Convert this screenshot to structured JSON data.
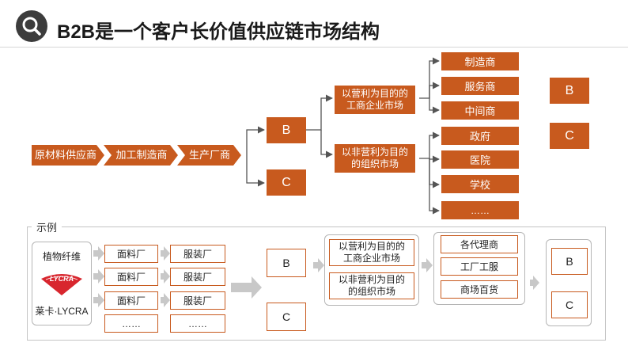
{
  "title": "B2B是一个客户长价值供应链市场结构",
  "icon": "magnifier-icon",
  "colors": {
    "accent": "#c85a1e",
    "arrow_grey": "#c8c8c8",
    "border_grey": "#b0b0b0"
  },
  "top": {
    "chain": [
      "原材料供应商",
      "加工制造商",
      "生产厂商"
    ],
    "b": "B",
    "c": "C",
    "profit_market": "以营利为目的的工商企业市场",
    "nonprofit_market": "以非营利为目的的组织市场",
    "profit_items": [
      "制造商",
      "服务商",
      "中间商"
    ],
    "nonprofit_items": [
      "政府",
      "医院",
      "学校",
      "……"
    ],
    "side_b": "B",
    "side_c": "C"
  },
  "example": {
    "label": "示例",
    "fiber": "植物纤维",
    "lycra_logo": "LYCRA",
    "lycra_caption": "莱卡·LYCRA",
    "fabric": [
      "面料厂",
      "面料厂",
      "面料厂",
      "……"
    ],
    "garment": [
      "服装厂",
      "服装厂",
      "服装厂",
      "……"
    ],
    "b": "B",
    "c": "C",
    "profit_market": "以营利为目的的工商企业市场",
    "nonprofit_market": "以非营利为目的的组织市场",
    "channels": [
      "各代理商",
      "工厂工服",
      "商场百货"
    ],
    "end_b": "B",
    "end_c": "C"
  }
}
